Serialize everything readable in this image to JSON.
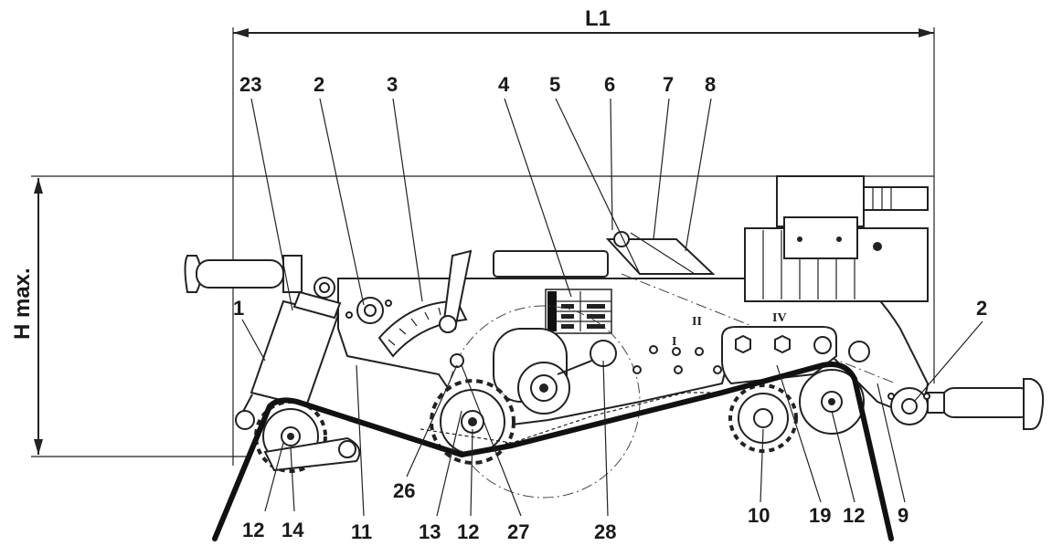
{
  "dimensions": {
    "length_label": "L1",
    "height_label": "H max."
  },
  "callouts": {
    "c23": "23",
    "c2_top": "2",
    "c3": "3",
    "c4": "4",
    "c5": "5",
    "c6": "6",
    "c7": "7",
    "c8": "8",
    "c1": "1",
    "c2_right": "2",
    "c12_left": "12",
    "c14": "14",
    "c11": "11",
    "c26": "26",
    "c13": "13",
    "c12_mid": "12",
    "c27": "27",
    "c28": "28",
    "c10": "10",
    "c19": "19",
    "c12_right": "12",
    "c9": "9"
  },
  "gear_positions": {
    "I": "I",
    "II": "II",
    "IV": "IV"
  }
}
